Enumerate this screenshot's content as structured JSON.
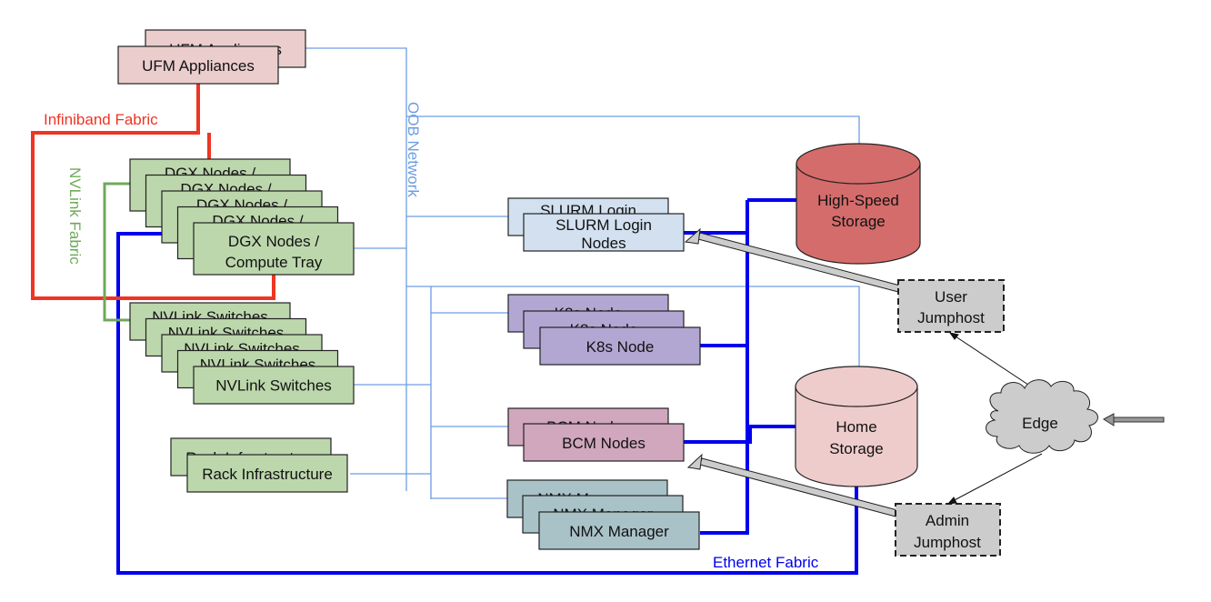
{
  "diagram": {
    "nodes": {
      "ufm": {
        "label": "UFM Appliances",
        "color": "#eacdcc"
      },
      "dgx": {
        "label_line1": "DGX Nodes /",
        "label_line2": "Compute Tray",
        "back_label": "DGX Nodes /",
        "color": "#bcd7ac"
      },
      "nvlink_switches": {
        "label": "NVLink Switches",
        "back_label": "NVLink Switches",
        "color": "#bcd7ac"
      },
      "rack": {
        "label": "Rack Infrastructure",
        "back_label": "Rack Infrastructure",
        "color": "#bcd7ac"
      },
      "slurm": {
        "label_line1": "SLURM Login",
        "label_line2": "Nodes",
        "back_label": "SLURM Login",
        "color": "#d2e0ef"
      },
      "k8s": {
        "label": "K8s Node",
        "back_label": "K8s Node",
        "color": "#b2a7d2"
      },
      "bcm": {
        "label": "BCM Nodes",
        "back_label": "BCM Nodes",
        "color": "#d0a7bd"
      },
      "nmx": {
        "label": "NMX Manager",
        "back_label": "NMX Manager",
        "color": "#a9c2c8"
      },
      "hs_storage": {
        "label_line1": "High-Speed",
        "label_line2": "Storage",
        "color": "#d46c6b"
      },
      "home_storage": {
        "label_line1": "Home",
        "label_line2": "Storage",
        "color": "#eecccb"
      },
      "user_jumphost": {
        "label_line1": "User",
        "label_line2": "Jumphost",
        "color": "#cccccc"
      },
      "admin_jumphost": {
        "label_line1": "Admin",
        "label_line2": "Jumphost",
        "color": "#cccccc"
      },
      "edge": {
        "label": "Edge",
        "color": "#cccccc"
      }
    },
    "networks": {
      "infiniband": {
        "label": "Infiniband Fabric",
        "color": "#ee3523"
      },
      "nvlink": {
        "label": "NVLink Fabric",
        "color": "#6fa95a"
      },
      "oob": {
        "label": "OOB Network",
        "color": "#6d9de3"
      },
      "ethernet": {
        "label": "Ethernet Fabric",
        "color": "#0000ee"
      }
    }
  }
}
